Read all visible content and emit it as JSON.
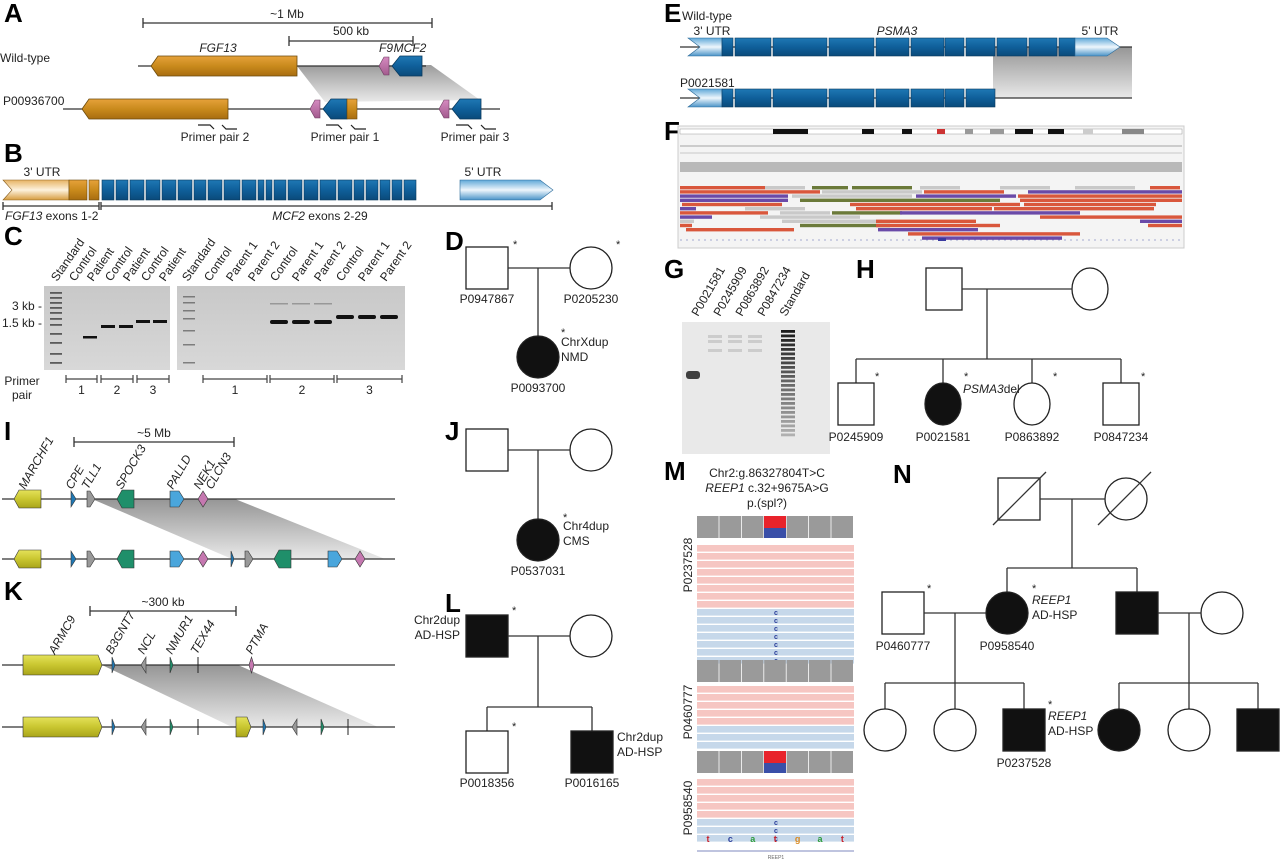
{
  "figure": {
    "panels": {
      "A": {
        "label": "A",
        "scale_1": "~1 Mb",
        "scale_2": "500 kb",
        "row_wt": "Wild-type",
        "row_patient": "P00936700",
        "genes": [
          "FGF13",
          "F9",
          "MCF2"
        ],
        "primers": [
          "Primer pair 2",
          "Primer pair 1",
          "Primer pair 3"
        ]
      },
      "B": {
        "label": "B",
        "utr3": "3' UTR",
        "utr5": "5' UTR",
        "left_caption_gene": "FGF13",
        "left_caption_rest": " exons 1-2",
        "right_caption_gene": "MCF2",
        "right_caption_rest": " exons 2-29"
      },
      "C": {
        "label": "C",
        "gel1_lanes": [
          "Standard",
          "Control",
          "Patient",
          "Control",
          "Patient",
          "Control",
          "Patient"
        ],
        "gel2_lanes": [
          "Standard",
          "Control",
          "Parent 1",
          "Parent 2",
          "Control",
          "Parent 1",
          "Parent 2",
          "Control",
          "Parent 1",
          "Parent 2"
        ],
        "size_markers": [
          "3 kb -",
          "1.5 kb -"
        ],
        "primer_label_1": "Primer",
        "primer_label_2": "pair",
        "pair_numbers": [
          "1",
          "2",
          "3"
        ]
      },
      "D": {
        "label": "D",
        "father": "P0947867",
        "mother": "P0205230",
        "child": "P0093700",
        "child_note_1": "ChrXdup",
        "child_note_2": "NMD",
        "star": "*"
      },
      "E": {
        "label": "E",
        "row_wt": "Wild-type",
        "row_patient": "P0021581",
        "gene": "PSMA3",
        "utr3": "3' UTR",
        "utr5": "5' UTR"
      },
      "F": {
        "label": "F"
      },
      "G": {
        "label": "G",
        "lanes": [
          "P0021581",
          "P0245909",
          "P0863892",
          "P0847234",
          "Standard"
        ]
      },
      "H": {
        "label": "H",
        "children": [
          "P0245909",
          "P0021581",
          "P0863892",
          "P0847234"
        ],
        "affected_note_gene": "PSMA3",
        "affected_note_rest": "del"
      },
      "I": {
        "label": "I",
        "scale": "~5 Mb",
        "genes": [
          "MARCHF1",
          "CPE",
          "TLL1",
          "SPOCK3",
          "PALLD",
          "NEK1",
          "CLCN3"
        ]
      },
      "J": {
        "label": "J",
        "child": "P0537031",
        "child_note_1": "Chr4dup",
        "child_note_2": "CMS"
      },
      "K": {
        "label": "K",
        "scale": "~300 kb",
        "genes": [
          "ARMC9",
          "B3GNT7",
          "NCL",
          "NMUR1",
          "TEX44",
          "PTMA"
        ]
      },
      "L": {
        "label": "L",
        "father_note_1": "Chr2dup",
        "father_note_2": "AD-HSP",
        "children": [
          "P0018356",
          "P0016165"
        ],
        "child_note_1": "Chr2dup",
        "child_note_2": "AD-HSP"
      },
      "M": {
        "label": "M",
        "title_1": "Chr2:g.86327804T>C",
        "title_2_gene": "REEP1",
        "title_2_rest": " c.32+9675A>G",
        "title_3": "p.(spl?)",
        "samples": [
          "P0237528",
          "P0460777",
          "P0958540"
        ],
        "variant_base": "c",
        "sequence": [
          "t",
          "c",
          "a",
          "t",
          "g",
          "a",
          "t"
        ],
        "track_gene": "REEP1"
      },
      "N": {
        "label": "N",
        "gen2_husband": "P0460777",
        "gen2_wife": "P0958540",
        "note_gene": "REEP1",
        "note_rest": "AD-HSP",
        "gen3_affected": "P0237528"
      }
    }
  }
}
